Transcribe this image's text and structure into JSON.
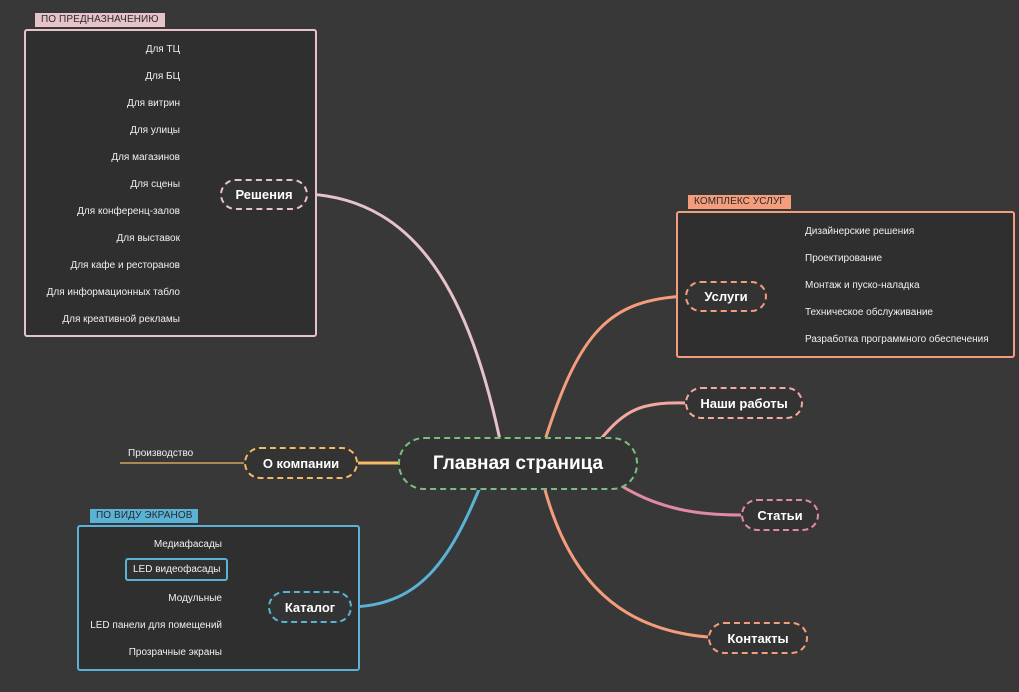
{
  "central": "Главная страница",
  "solutions": {
    "group_label": "ПО ПРЕДНАЗНАЧЕНИЮ",
    "topic": "Решения",
    "items": [
      "Для ТЦ",
      "Для БЦ",
      "Для витрин",
      "Для улицы",
      "Для магазинов",
      "Для сцены",
      "Для конференц-залов",
      "Для выставок",
      "Для кафе и ресторанов",
      "Для информационных табло",
      "Для креативной рекламы"
    ]
  },
  "services": {
    "group_label": "КОМПЛЕКС УСЛУГ",
    "topic": "Услуги",
    "items": [
      "Дизайнерские решения",
      "Проектирование",
      "Монтаж и пуско-наладка",
      "Техническое обслуживание",
      "Разработка программного обеспечения"
    ]
  },
  "works": {
    "topic": "Наши работы"
  },
  "articles": {
    "topic": "Статьи"
  },
  "contacts": {
    "topic": "Контакты"
  },
  "about": {
    "topic": "О компании",
    "items": [
      "Производство"
    ]
  },
  "catalog": {
    "group_label": "ПО ВИДУ ЭКРАНОВ",
    "topic": "Каталог",
    "items": [
      "Медиафасады",
      "LED видеофасады",
      "Модульные",
      "LED панели для помещений",
      "Прозрачные экраны"
    ]
  },
  "colors": {
    "background": "#383838",
    "solutions": "#e6c3c9",
    "services": "#f49d7c",
    "works": "#f3a8a0",
    "articles": "#e08aa3",
    "contacts": "#f49d7c",
    "about": "#f5b865",
    "catalog": "#5ab3d6",
    "central": "#7bbf7f"
  }
}
